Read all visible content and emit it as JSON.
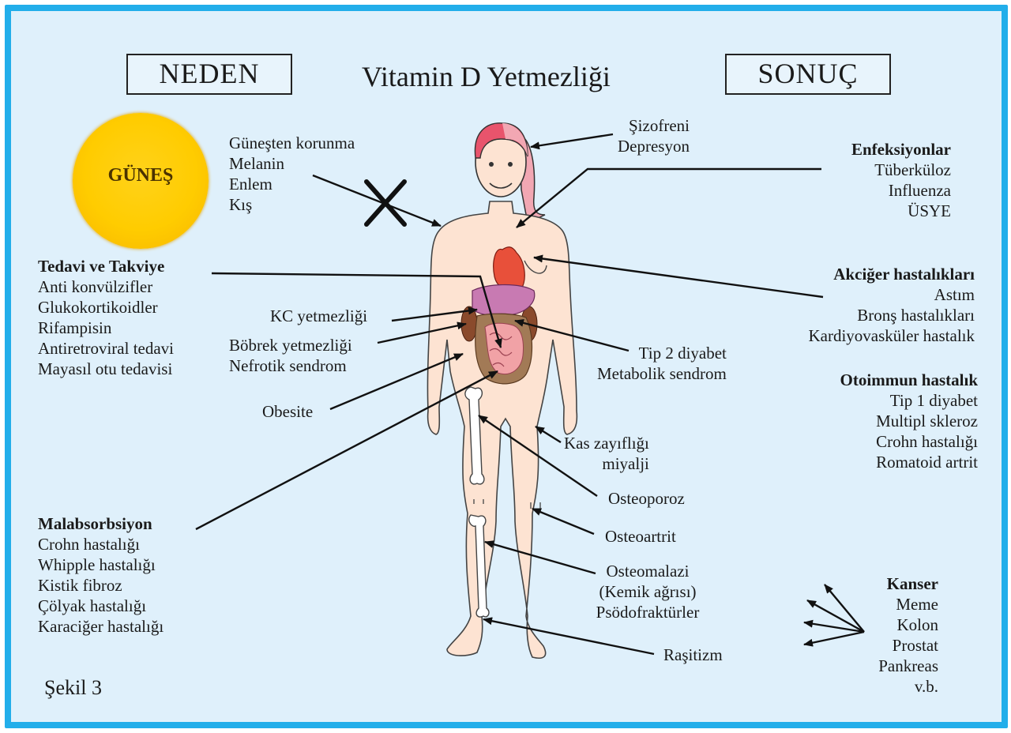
{
  "title": "Vitamin D Yetmezliği",
  "cause_header": "NEDEN",
  "effect_header": "SONUÇ",
  "sun_label": "GÜNEŞ",
  "figure_label": "Şekil 3",
  "colors": {
    "frame": "#22aeea",
    "background": "#dff0fb",
    "sun": "#ffcc00",
    "skin": "#fde3d2",
    "heart": "#e8503a",
    "liver": "#c87ab2",
    "intestine": "#f1a2a6"
  },
  "sun_block": [
    "Güneşten korunma",
    "Melanin",
    "Enlem",
    "Kış"
  ],
  "treatment": {
    "title": "Tedavi ve Takviye",
    "items": [
      "Anti konvülzifler",
      "Glukokortikoidler",
      "Rifampisin",
      "Antiretroviral tedavi",
      "Mayasıl otu tedavisi"
    ]
  },
  "kc": "KC yetmezliği",
  "kidney": [
    "Böbrek yetmezliği",
    "Nefrotik sendrom"
  ],
  "obesity": "Obesite",
  "malabsorption": {
    "title": "Malabsorbsiyon",
    "items": [
      "Crohn hastalığı",
      "Whipple hastalığı",
      "Kistik fibroz",
      "Çölyak hastalığı",
      "Karaciğer hastalığı"
    ]
  },
  "psych": [
    "Şizofreni",
    "Depresyon"
  ],
  "infections": {
    "title": "Enfeksiyonlar",
    "items": [
      "Tüberküloz",
      "Influenza",
      "ÜSYE"
    ]
  },
  "lung": {
    "title": "Akciğer hastalıkları",
    "items": [
      "Astım",
      "Bronş hastalıkları",
      "Kardiyovasküler hastalık"
    ]
  },
  "diabetes2": [
    "Tip 2 diyabet",
    "Metabolik sendrom"
  ],
  "autoimmune": {
    "title": "Otoimmun hastalık",
    "items": [
      "Tip 1 diyabet",
      "Multipl skleroz",
      "Crohn hastalığı",
      "Romatoid artrit"
    ]
  },
  "muscle": [
    "Kas zayıflığı",
    "miyalji"
  ],
  "osteoporosis": "Osteoporoz",
  "osteoarthritis": "Osteoartrit",
  "osteomalacia": [
    "Osteomalazi",
    "(Kemik ağrısı)",
    "Psödofraktürler"
  ],
  "rickets": "Raşitizm",
  "cancer": {
    "title": "Kanser",
    "items": [
      "Meme",
      "Kolon",
      "Prostat",
      "Pankreas",
      "v.b."
    ]
  }
}
